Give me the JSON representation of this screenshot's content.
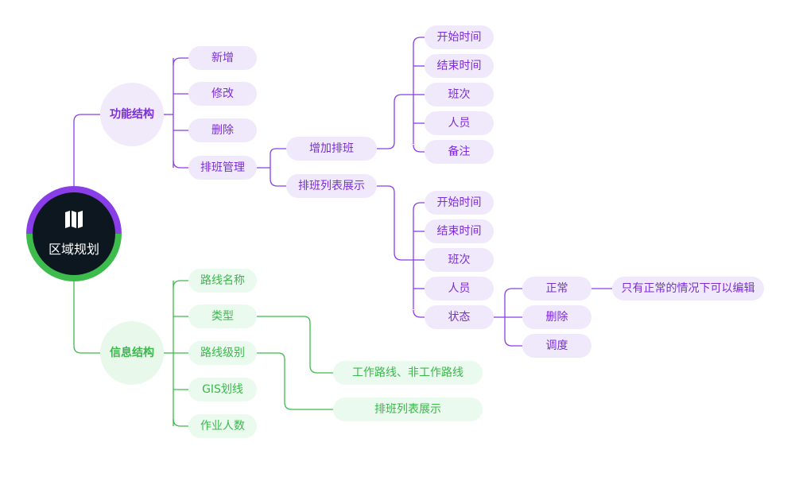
{
  "root": {
    "label": "区域规划",
    "icon": "map-icon"
  },
  "function_branch": {
    "label": "功能结构",
    "items": [
      "新增",
      "修改",
      "删除",
      "排班管理"
    ],
    "schedule": {
      "add": {
        "label": "增加排班",
        "fields": [
          "开始时间",
          "结束时间",
          "班次",
          "人员",
          "备注"
        ]
      },
      "list": {
        "label": "排班列表展示",
        "fields": [
          "开始时间",
          "结束时间",
          "班次",
          "人员",
          "状态"
        ],
        "status_values": [
          "正常",
          "删除",
          "调度"
        ],
        "normal_note": "只有正常的情况下可以编辑"
      }
    }
  },
  "info_branch": {
    "label": "信息结构",
    "items": [
      "路线名称",
      "类型",
      "路线级别",
      "GIS划线",
      "作业人数"
    ],
    "type_value": "工作路线、非工作路线",
    "level_value": "排班列表展示"
  },
  "colors": {
    "purple": "#8a3ee8",
    "green": "#3dbb4c",
    "root_bg": "#0d1720"
  }
}
